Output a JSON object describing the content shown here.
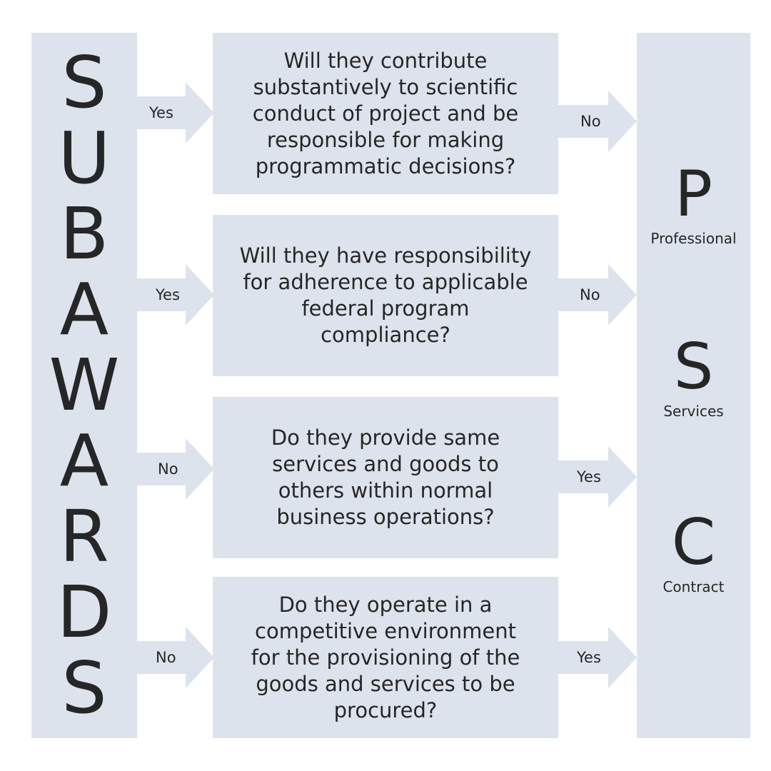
{
  "left_title": [
    "S",
    "U",
    "B",
    "A",
    "W",
    "A",
    "R",
    "D",
    "S"
  ],
  "right_column": [
    {
      "letter": "P",
      "label": "Professional"
    },
    {
      "letter": "S",
      "label": "Services"
    },
    {
      "letter": "C",
      "label": "Contract"
    }
  ],
  "questions": [
    {
      "lines": [
        "Will they contribute",
        "substantively to scientific",
        "conduct of project and be",
        "responsible for making",
        "programmatic decisions?"
      ],
      "left_arrow": "Yes",
      "right_arrow": "No"
    },
    {
      "lines": [
        "Will they have responsibility",
        "for adherence to applicable",
        "federal program",
        "compliance?"
      ],
      "left_arrow": "Yes",
      "right_arrow": "No"
    },
    {
      "lines": [
        "Do they provide same",
        "services and goods to",
        "others within normal",
        "business operations?"
      ],
      "left_arrow": "No",
      "right_arrow": "Yes"
    },
    {
      "lines": [
        "Do they operate in a",
        "competitive environment",
        "for the provisioning of the",
        "goods and services to be",
        "procured?"
      ],
      "left_arrow": "No",
      "right_arrow": "Yes"
    }
  ],
  "colors": {
    "panel": "#dde3ed",
    "text": "#262626",
    "background": "#ffffff"
  }
}
